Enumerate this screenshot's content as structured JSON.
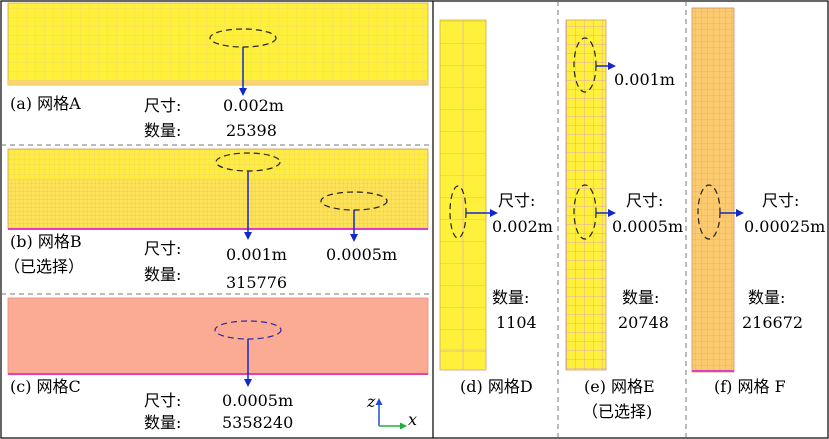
{
  "panels": {
    "a": {
      "caption": "(a) 网格A",
      "size_label": "尺寸:",
      "size_value": "0.002m",
      "count_label": "数量:",
      "count_value": "25398"
    },
    "b": {
      "caption": "(b) 网格B",
      "note": "（已选择）",
      "size_label": "尺寸:",
      "size_value_1": "0.001m",
      "size_value_2": "0.0005m",
      "count_label": "数量:",
      "count_value": "315776"
    },
    "c": {
      "caption": "(c) 网格C",
      "size_label": "尺寸:",
      "size_value": "0.0005m",
      "count_label": "数量:",
      "count_value": "5358240"
    },
    "d": {
      "caption": "(d) 网格D",
      "size_label": "尺寸:",
      "size_value": "0.002m",
      "count_label": "数量:",
      "count_value": "1104"
    },
    "e": {
      "caption": "(e) 网格E",
      "note": "（已选择)",
      "size_value_top": "0.001m",
      "size_label": "尺寸:",
      "size_value": "0.0005m",
      "count_label": "数量:",
      "count_value": "20748"
    },
    "f": {
      "caption": "(f) 网格 F",
      "size_label": "尺寸:",
      "size_value": "0.00025m",
      "count_label": "数量:",
      "count_value": "216672"
    }
  },
  "axes": {
    "z": "z",
    "x": "x"
  },
  "colors": {
    "mesh_yellow": "#FFF03C",
    "mesh_line": "#D9A0D0",
    "mesh_pink": "#FBAB94",
    "arrow": "#1428C8",
    "axis_z": "#2050D0",
    "axis_x": "#20B040",
    "edge_magenta": "#E040C0"
  }
}
